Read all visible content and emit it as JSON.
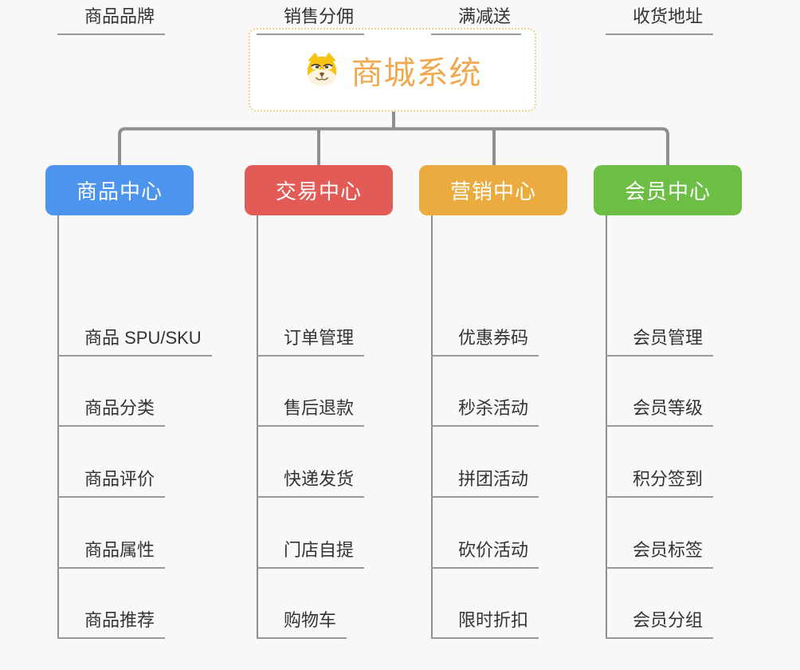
{
  "root": {
    "title": "商城系统",
    "icon": "dog-face-icon"
  },
  "colors": {
    "background": "#f8f8f8",
    "connector": "#8f8f8f",
    "subtopic_line": "#9a9a9a",
    "subtopic_text": "#333333",
    "root_text": "#f0a94e",
    "root_border": "#f3cf96"
  },
  "categories": [
    {
      "label": "商品中心",
      "color": "#4c94ee",
      "children": [
        "商品 SPU/SKU",
        "商品分类",
        "商品评价",
        "商品属性",
        "商品推荐",
        "商品品牌"
      ]
    },
    {
      "label": "交易中心",
      "color": "#e25b57",
      "children": [
        "订单管理",
        "售后退款",
        "快递发货",
        "门店自提",
        "购物车",
        "销售分佣"
      ]
    },
    {
      "label": "营销中心",
      "color": "#ebab3e",
      "children": [
        "优惠券码",
        "秒杀活动",
        "拼团活动",
        "砍价活动",
        "限时折扣",
        "满减送"
      ]
    },
    {
      "label": "会员中心",
      "color": "#6dbe45",
      "children": [
        "会员管理",
        "会员等级",
        "积分签到",
        "会员标签",
        "会员分组",
        "收货地址"
      ]
    }
  ]
}
